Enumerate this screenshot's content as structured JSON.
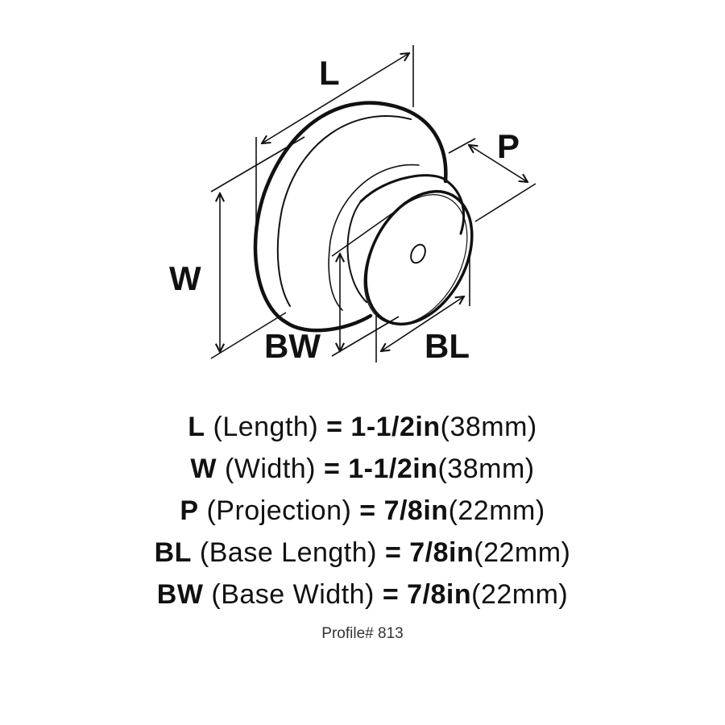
{
  "diagram": {
    "subject": "round cabinet knob with base",
    "labels": {
      "length": "L",
      "width": "W",
      "projection": "P",
      "base_length": "BL",
      "base_width": "BW"
    },
    "line_color": "#111111",
    "background": "#ffffff"
  },
  "specs": [
    {
      "abbr": "L",
      "desc": "(Length)",
      "eq": "=",
      "imperial": "1-1/2in",
      "metric": "(38mm)"
    },
    {
      "abbr": "W",
      "desc": "(Width)",
      "eq": "=",
      "imperial": "1-1/2in",
      "metric": "(38mm)"
    },
    {
      "abbr": "P",
      "desc": "(Projection)",
      "eq": "=",
      "imperial": "7/8in",
      "metric": "(22mm)"
    },
    {
      "abbr": "BL",
      "desc": "(Base Length)",
      "eq": "=",
      "imperial": "7/8in",
      "metric": "(22mm)"
    },
    {
      "abbr": "BW",
      "desc": "(Base Width)",
      "eq": "=",
      "imperial": "7/8in",
      "metric": "(22mm)"
    }
  ],
  "profile": "Profile# 813"
}
